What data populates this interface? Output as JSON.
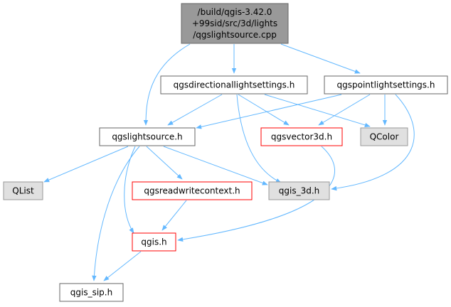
{
  "graph": {
    "nodes": [
      {
        "id": "root",
        "lines": [
          "/build/qgis-3.42.0",
          "+99sid/src/3d/lights",
          "/qgslightsource.cpp"
        ],
        "style": "root"
      },
      {
        "id": "dir",
        "lines": [
          "qgsdirectionallightsettings.h"
        ],
        "style": "normal"
      },
      {
        "id": "point",
        "lines": [
          "qgspointlightsettings.h"
        ],
        "style": "normal"
      },
      {
        "id": "light",
        "lines": [
          "qgslightsource.h"
        ],
        "style": "normal"
      },
      {
        "id": "vec",
        "lines": [
          "qgsvector3d.h"
        ],
        "style": "red"
      },
      {
        "id": "color",
        "lines": [
          "QColor"
        ],
        "style": "gray"
      },
      {
        "id": "qlist",
        "lines": [
          "QList"
        ],
        "style": "gray"
      },
      {
        "id": "rwc",
        "lines": [
          "qgsreadwritecontext.h"
        ],
        "style": "red"
      },
      {
        "id": "q3d",
        "lines": [
          "qgis_3d.h"
        ],
        "style": "gray"
      },
      {
        "id": "qgis",
        "lines": [
          "qgis.h"
        ],
        "style": "red"
      },
      {
        "id": "sip",
        "lines": [
          "qgis_sip.h"
        ],
        "style": "normal"
      }
    ],
    "edges": [
      {
        "from": "root",
        "to": "dir"
      },
      {
        "from": "root",
        "to": "point"
      },
      {
        "from": "root",
        "to": "light"
      },
      {
        "from": "dir",
        "to": "light"
      },
      {
        "from": "dir",
        "to": "vec"
      },
      {
        "from": "dir",
        "to": "color"
      },
      {
        "from": "dir",
        "to": "q3d"
      },
      {
        "from": "point",
        "to": "light"
      },
      {
        "from": "point",
        "to": "vec"
      },
      {
        "from": "point",
        "to": "color"
      },
      {
        "from": "point",
        "to": "q3d"
      },
      {
        "from": "light",
        "to": "qlist"
      },
      {
        "from": "light",
        "to": "rwc"
      },
      {
        "from": "light",
        "to": "q3d"
      },
      {
        "from": "light",
        "to": "qgis"
      },
      {
        "from": "light",
        "to": "sip"
      },
      {
        "from": "vec",
        "to": "qgis"
      },
      {
        "from": "rwc",
        "to": "qgis"
      },
      {
        "from": "qgis",
        "to": "sip"
      }
    ],
    "colors": {
      "edge": "#63b8ff",
      "normal_fill": "#ffffff",
      "normal_stroke": "#666666",
      "red_fill": "#ffffff",
      "red_stroke": "#ff0000",
      "gray_fill": "#e0e0e0",
      "gray_stroke": "#999999",
      "root_fill": "#999999",
      "root_stroke": "#666666"
    }
  }
}
